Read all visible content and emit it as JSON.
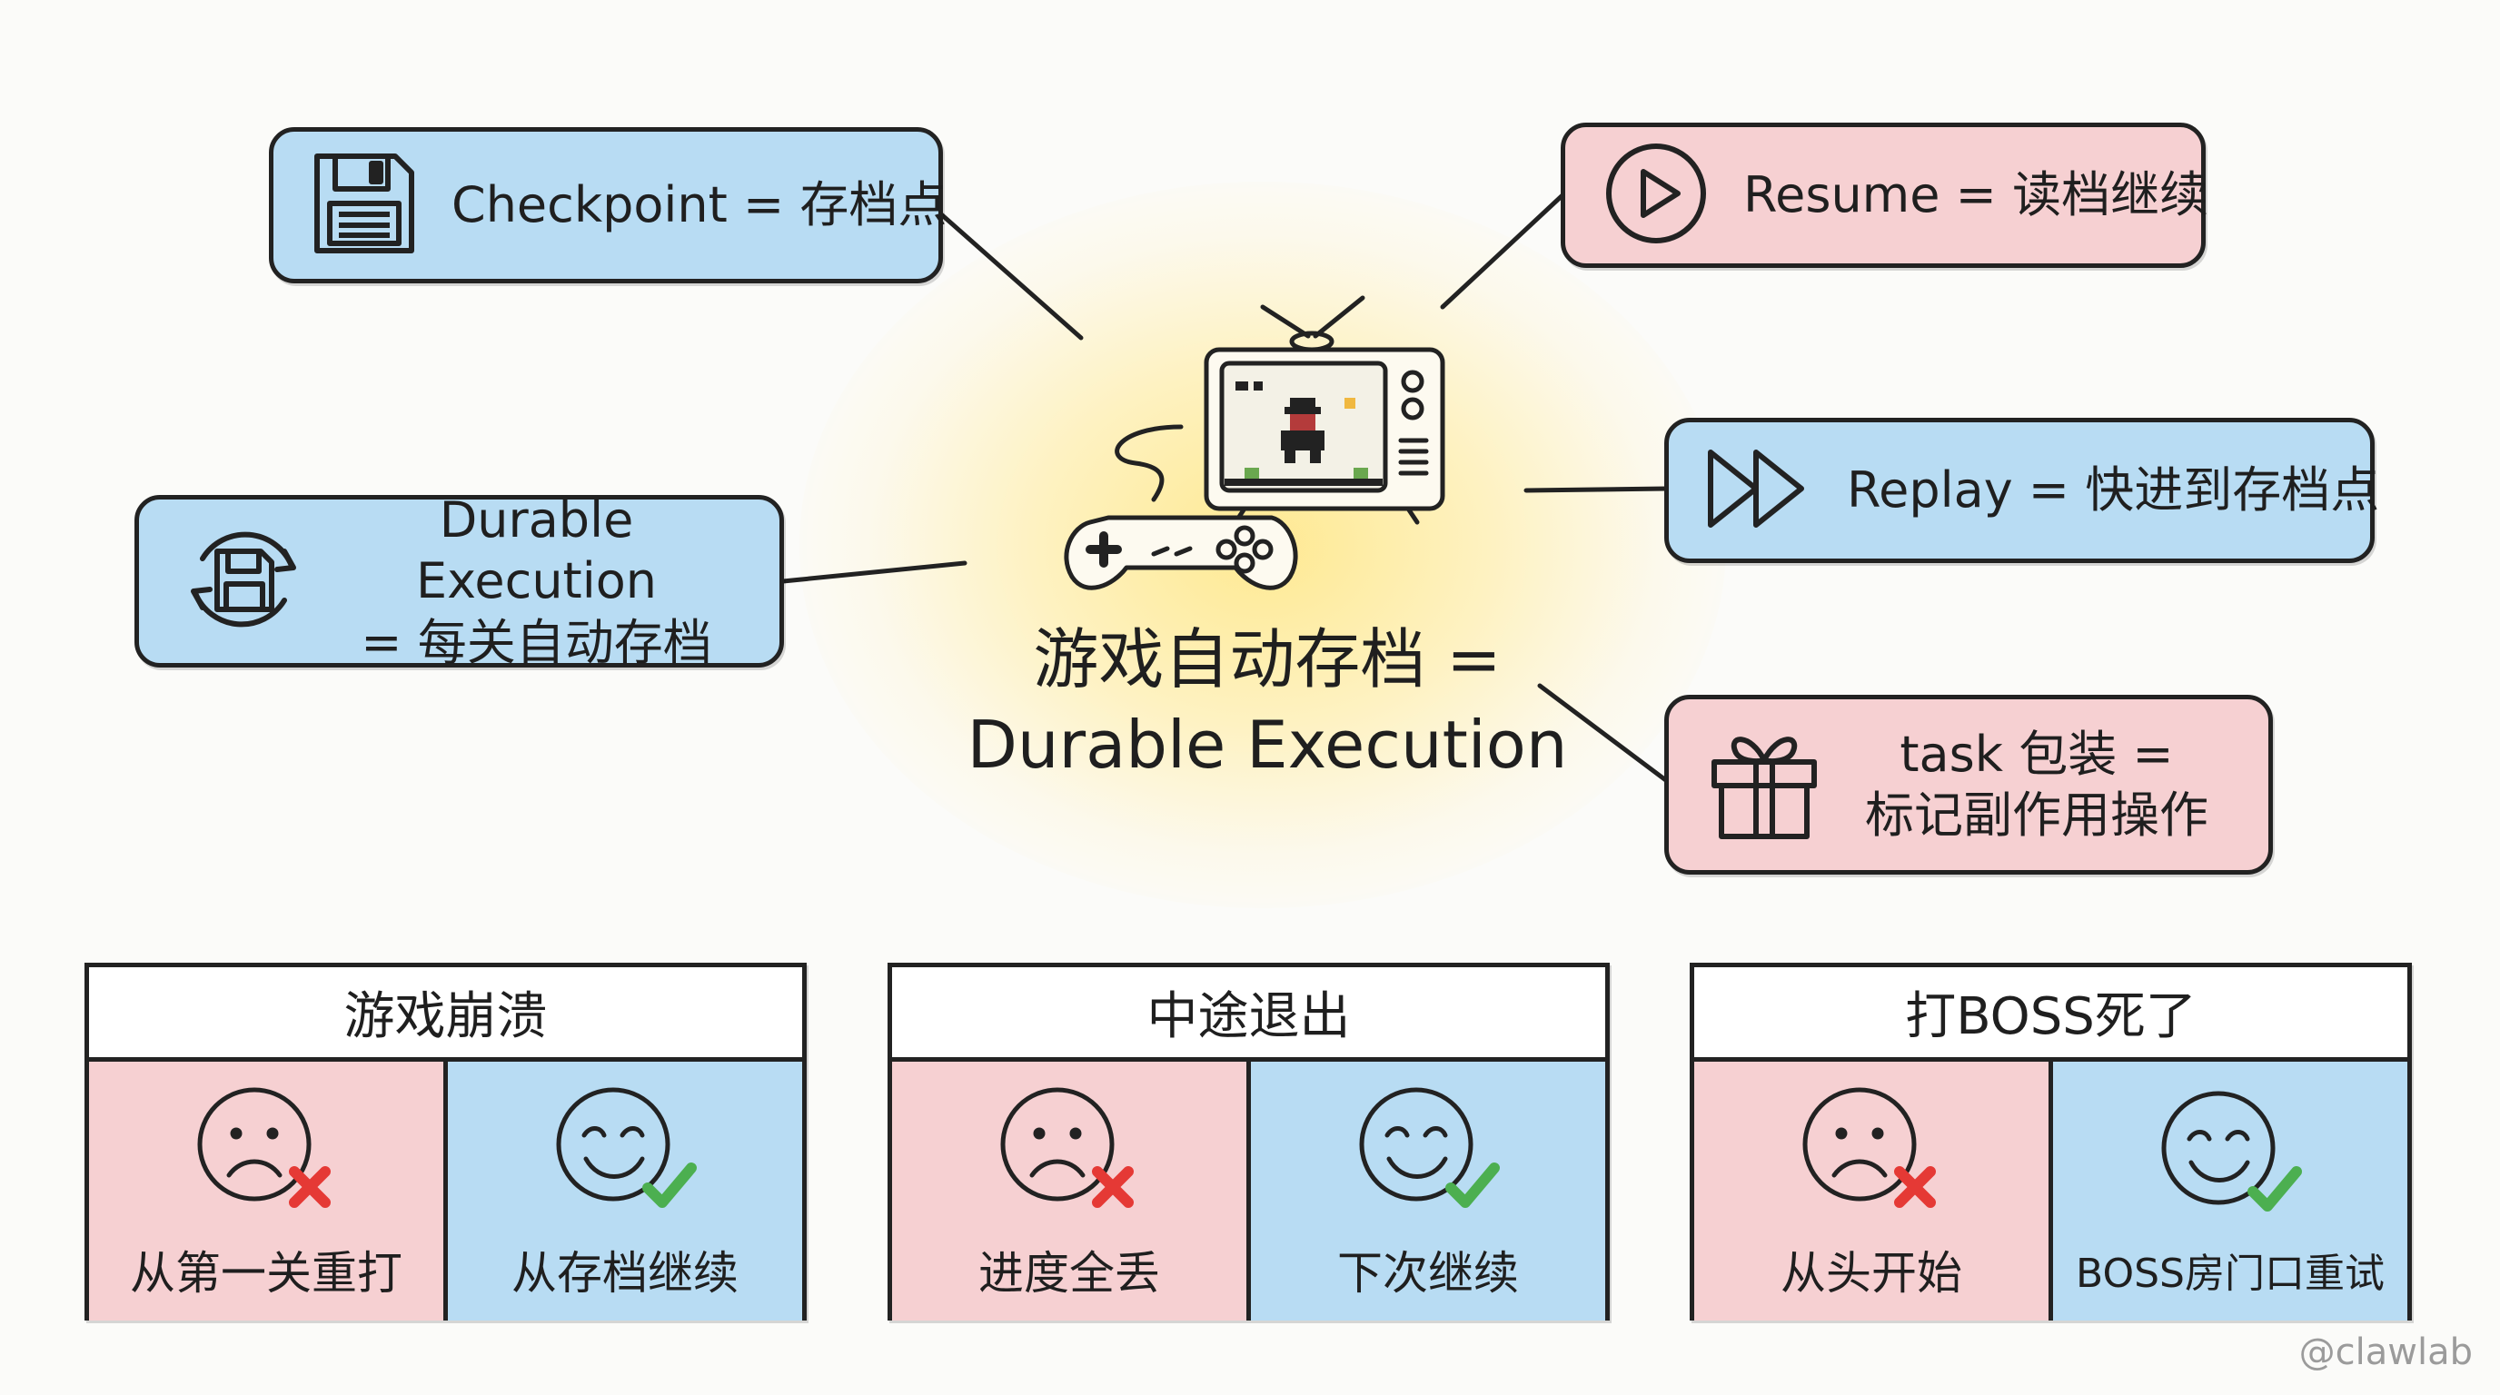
{
  "center": {
    "title": "游戏自动存档 =\nDurable Execution"
  },
  "nodes": {
    "checkpoint": "Checkpoint = 存档点",
    "resume": "Resume = 读档继续",
    "replay": "Replay = 快进到存档点",
    "durable": "Durable Execution\n= 每关自动存档",
    "task": "task 包装 =\n标记副作用操作"
  },
  "cards": [
    {
      "title": "游戏崩溃",
      "bad": "从第一关重打",
      "good": "从存档继续"
    },
    {
      "title": "中途退出",
      "bad": "进度全丢",
      "good": "下次继续"
    },
    {
      "title": "打BOSS死了",
      "bad": "从头开始",
      "good": "BOSS房门口重试"
    }
  ],
  "watermark": "@clawlab",
  "colors": {
    "blue": "#b8dcf3",
    "pink": "#f6d0d2",
    "glow": "#ffe88c",
    "check": "#4caf50",
    "cross": "#e53935"
  }
}
